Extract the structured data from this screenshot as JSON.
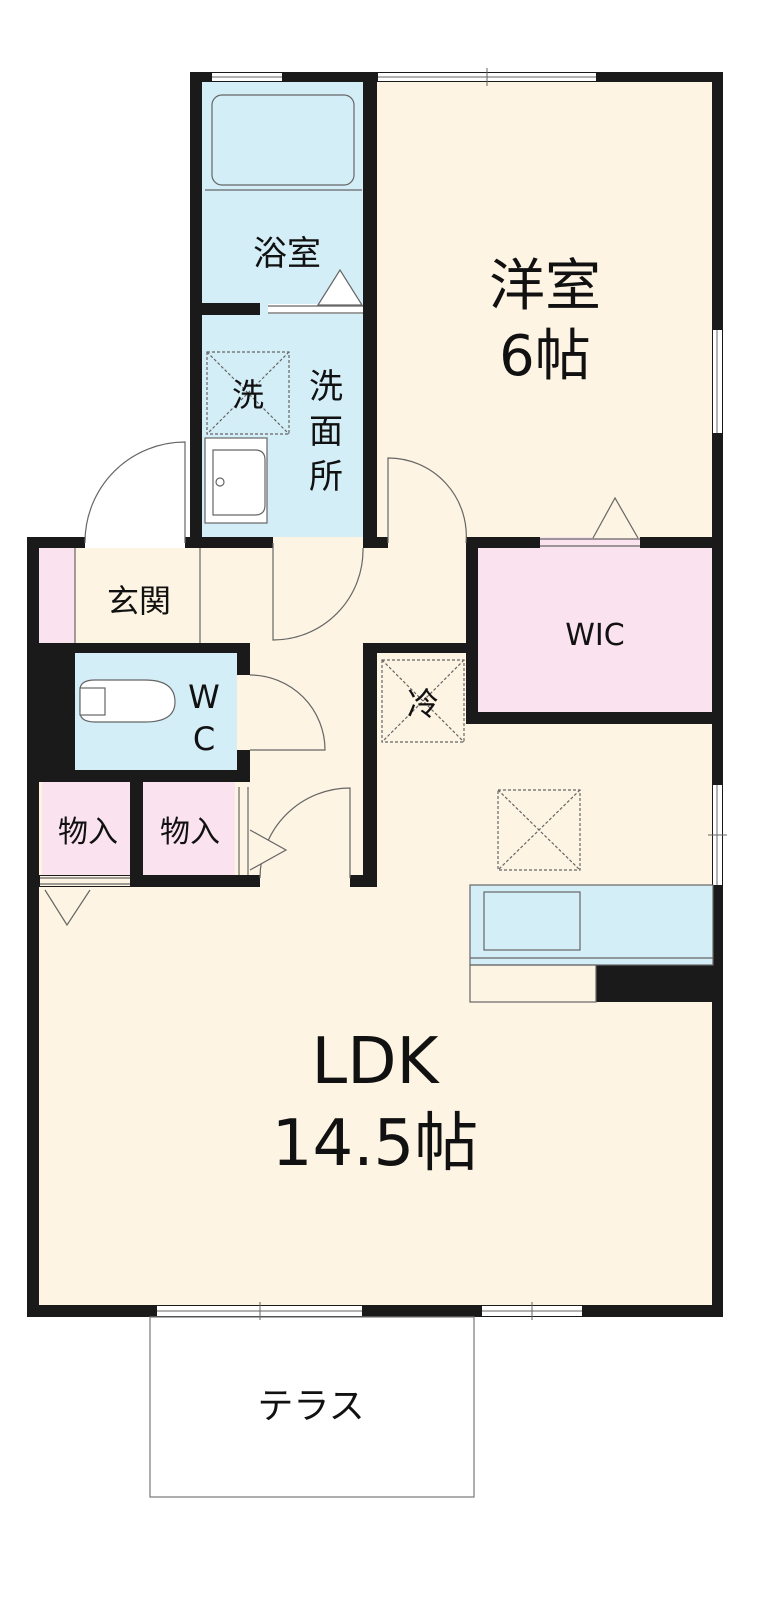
{
  "rooms": {
    "western": {
      "name": "洋室",
      "size": "6帖"
    },
    "bath": {
      "name": "浴室"
    },
    "washroom": {
      "name_chars": [
        "洗",
        "面",
        "所"
      ]
    },
    "washer": {
      "label": "洗"
    },
    "entrance": {
      "name": "玄関"
    },
    "wc": {
      "chars": [
        "W",
        "C"
      ]
    },
    "storage_1": {
      "name": "物入"
    },
    "storage_2": {
      "name": "物入"
    },
    "wic": {
      "name": "WIC"
    },
    "fridge": {
      "label": "冷"
    },
    "ldk": {
      "name": "LDK",
      "size": "14.5帖"
    },
    "terrace": {
      "name": "テラス"
    }
  },
  "colors": {
    "wall": "#1a1a1a",
    "living_floor": "#fdf4e3",
    "wet_area": "#d4eef8",
    "storage": "#fae3ee",
    "terrace_line": "#777777",
    "fixture_line": "#666666"
  }
}
